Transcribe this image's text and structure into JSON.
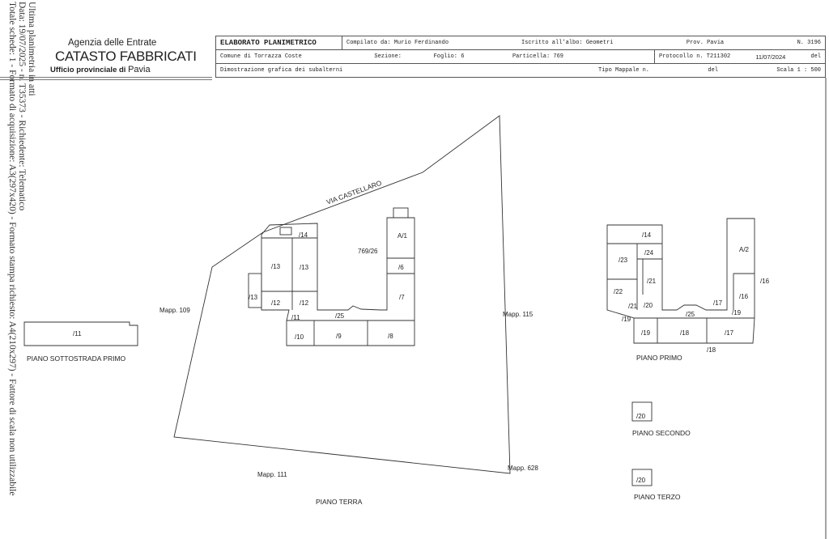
{
  "side_note": {
    "line1": "Ultima planimetria in atti",
    "line2": "Data: 19/07/2025 - n. T35373 - Richiedente: Telematico",
    "line3": "Totale schede: 1 - Formato di acquisizione: A3(297x420) - Formato stampa richiesto: A4(210x297) - Fattore di scala non utilizzabile"
  },
  "logo": {
    "agency": "Agenzia delle Entrate",
    "title": "CATASTO FABBRICATI",
    "office": "Ufficio provinciale di",
    "province": "Pavia"
  },
  "header": {
    "doc_title": "ELABORATO PLANIMETRICO",
    "compilato": "Compilato da: Murio Ferdinando",
    "iscritto": "Iscritto all'albo: Geometri",
    "prov": "Prov. Pavia",
    "numero": "N. 3196",
    "comune": "Comune di Torrazza Coste",
    "sezione": "Sezione:",
    "foglio": "Foglio: 6",
    "particella": "Particella: 769",
    "protocollo": "Protocollo n. T211302",
    "protocollo_date": "11/07/2024",
    "del1": "del",
    "dimostrazione": "Dimostrazione grafica dei subalterni",
    "tipo_mappale": "Tipo Mappale n.",
    "del2": "del",
    "scala": "Scala 1 : 500"
  },
  "plan": {
    "street": "VIA CASTELLARO",
    "mapp": [
      "Mapp. 109",
      "Mapp. 115",
      "Mapp. 111",
      "Mapp. 628"
    ],
    "courtyard": "769/26",
    "floors": {
      "sottostrada": "PIANO SOTTOSTRADA PRIMO",
      "terra": "PIANO TERRA",
      "primo": "PIANO PRIMO",
      "secondo": "PIANO SECONDO",
      "terzo": "PIANO TERZO"
    },
    "sottostrada_rooms": [
      "/11"
    ],
    "terra_rooms": [
      "/14",
      "/13",
      "/13",
      "/13",
      "/12",
      "/12",
      "/11",
      "/25",
      "/10",
      "/9",
      "/8",
      "A/1",
      "/6",
      "/7"
    ],
    "primo_rooms": [
      "/14",
      "/24",
      "/23",
      "/21",
      "/22",
      "/20",
      "/21",
      "/19",
      "/19",
      "/25",
      "/18",
      "/17",
      "/18",
      "A/2",
      "/16",
      "/16",
      "/17",
      "/19"
    ],
    "secondo_rooms": [
      "/20"
    ],
    "terzo_rooms": [
      "/20"
    ]
  }
}
